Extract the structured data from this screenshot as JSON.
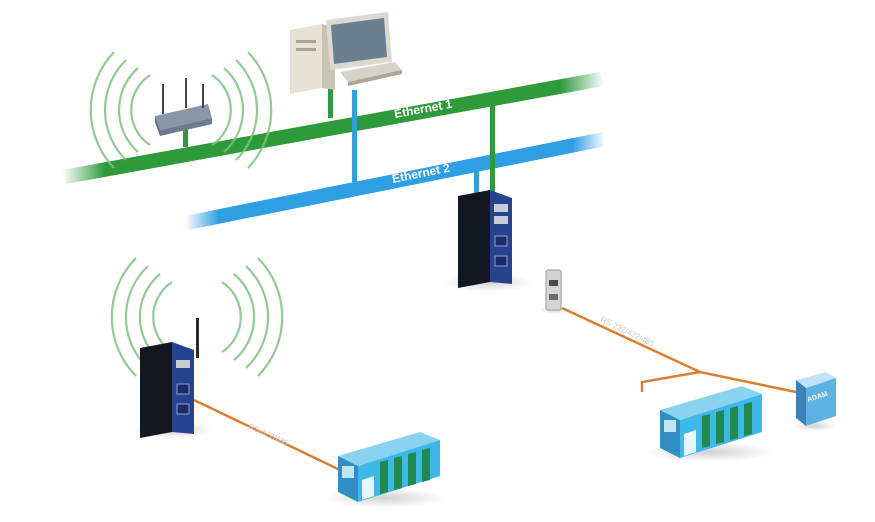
{
  "network": {
    "ethernet1_label": "Ethernet 1",
    "ethernet2_label": "Ethernet 2"
  },
  "serial": {
    "left_link_label": "RS-422/485",
    "right_link_label": "RS-232/422/485"
  },
  "io_module": {
    "brand_text": "ADAM"
  },
  "colors": {
    "ethernet1": "#2e9a3a",
    "ethernet2": "#2f9fe3",
    "serial_cable": "#d9802e",
    "wireless_waves": "#7cc47c",
    "device_body": "#1b2233",
    "device_panel": "#2c4aa8",
    "io_rack": "#3db8e8"
  },
  "icons": [
    "router-icon",
    "desktop-pc-icon",
    "serial-device-server-icon",
    "wireless-serial-server-icon",
    "serial-converter-icon",
    "io-rack-icon",
    "io-module-icon",
    "wireless-signal-icon"
  ]
}
